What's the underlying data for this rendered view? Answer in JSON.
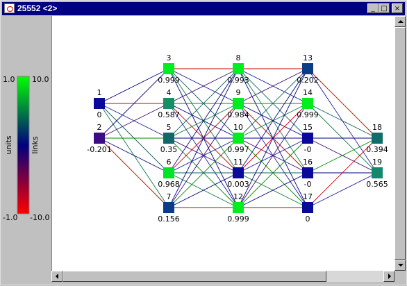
{
  "window": {
    "title": "25552 <2>",
    "minimize_glyph": "_",
    "maximize_glyph": "□",
    "close_glyph": "×"
  },
  "legend": {
    "units_label": "units",
    "links_label": "links",
    "units_max": "1.0",
    "units_min": "-1.0",
    "links_max": "10.0",
    "links_min": "-10.0",
    "gradient_colors": [
      "#00ff00",
      "#00007f",
      "#ff0000"
    ]
  },
  "network": {
    "nodes": [
      {
        "id": "1",
        "label": "1",
        "value": "0",
        "color": "#0a0a9a"
      },
      {
        "id": "2",
        "label": "2",
        "value": "-0.201",
        "color": "#3b0c86"
      },
      {
        "id": "3",
        "label": "3",
        "value": "0.999",
        "color": "#00ee20"
      },
      {
        "id": "4",
        "label": "4",
        "value": "0.587",
        "color": "#159060"
      },
      {
        "id": "5",
        "label": "5",
        "value": "0.35",
        "color": "#126868"
      },
      {
        "id": "6",
        "label": "6",
        "value": "0.968",
        "color": "#00e428"
      },
      {
        "id": "7",
        "label": "7",
        "value": "0.156",
        "color": "#0b3a88"
      },
      {
        "id": "8",
        "label": "8",
        "value": "0.993",
        "color": "#00ee20"
      },
      {
        "id": "9",
        "label": "9",
        "value": "0.984",
        "color": "#00ec22"
      },
      {
        "id": "10",
        "label": "10",
        "value": "0.997",
        "color": "#00ee20"
      },
      {
        "id": "11",
        "label": "11",
        "value": "0.003",
        "color": "#0a0a9a"
      },
      {
        "id": "12",
        "label": "12",
        "value": "0.999",
        "color": "#00ee20"
      },
      {
        "id": "13",
        "label": "13",
        "value": "0.202",
        "color": "#0b3c86"
      },
      {
        "id": "14",
        "label": "14",
        "value": "0.999",
        "color": "#00ee20"
      },
      {
        "id": "15",
        "label": "15",
        "value": "-0",
        "color": "#0a0a9a"
      },
      {
        "id": "16",
        "label": "16",
        "value": "-0",
        "color": "#0a0a9a"
      },
      {
        "id": "17",
        "label": "17",
        "value": "0",
        "color": "#0a0a9a"
      },
      {
        "id": "18",
        "label": "18",
        "value": "0.394",
        "color": "#106e68"
      },
      {
        "id": "19",
        "label": "19",
        "value": "0.565",
        "color": "#14886c"
      }
    ]
  }
}
